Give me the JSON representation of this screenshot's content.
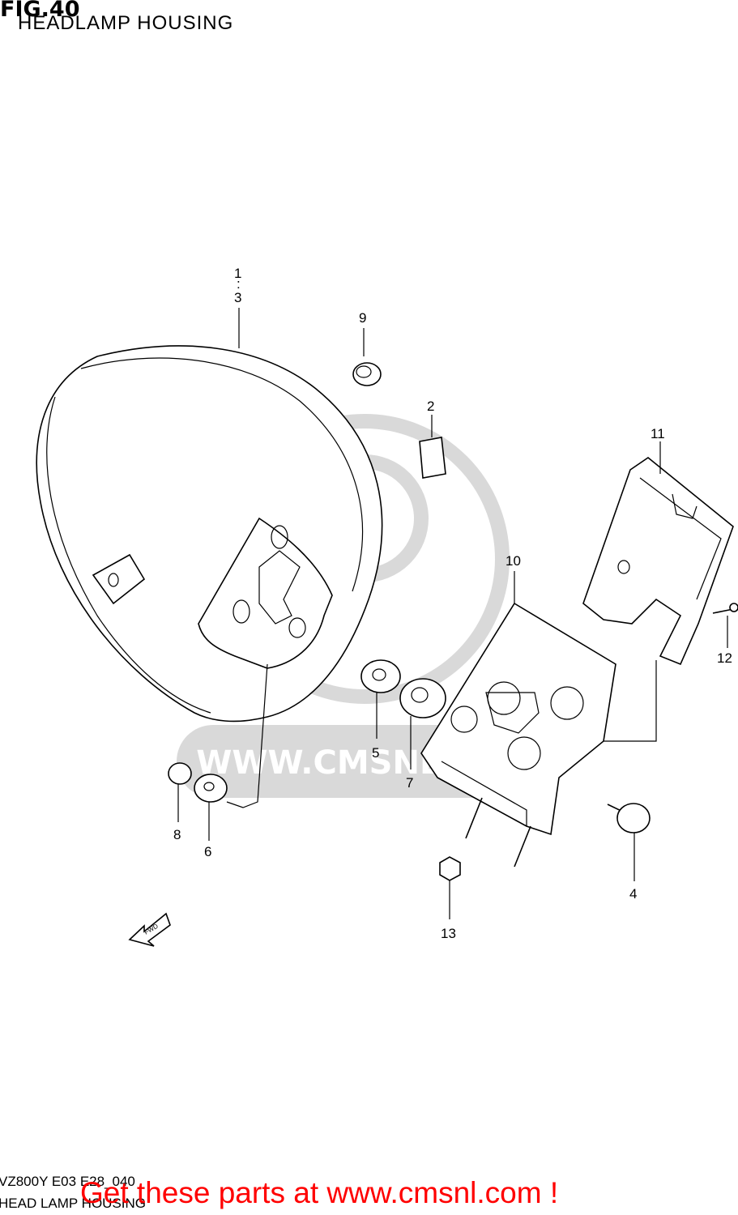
{
  "figure": {
    "number": "FIG.40",
    "subtitle": "HEADLAMP HOUSING"
  },
  "callouts": {
    "c1": "1",
    "c1dot": ":",
    "c3": "3",
    "c2": "2",
    "c4": "4",
    "c5": "5",
    "c6": "6",
    "c7": "7",
    "c8": "8",
    "c9": "9",
    "c10": "10",
    "c11": "11",
    "c12": "12",
    "c13": "13"
  },
  "direction_marker": "FWD",
  "watermark": {
    "text": "WWW.CMSNL.COM"
  },
  "footer": {
    "code": "VZ800Y E03 E28_040",
    "name": "HEAD LAMP HOUSING",
    "promo": "Get these parts at www.cmsnl.com !"
  },
  "colors": {
    "promo": "#ff0000",
    "watermark": "#d9d9d9",
    "line": "#000000"
  }
}
